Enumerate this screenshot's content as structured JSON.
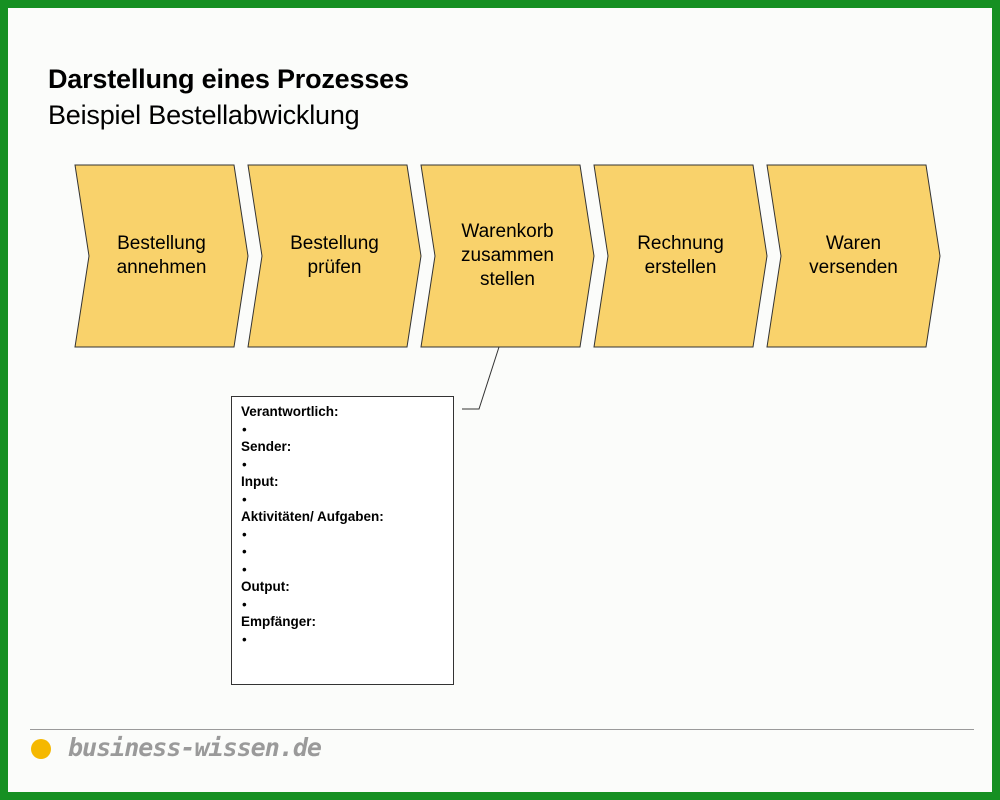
{
  "header": {
    "title": "Darstellung eines Prozesses",
    "subtitle": "Beispiel Bestellabwicklung"
  },
  "process": {
    "steps": [
      {
        "label": "Bestellung\nannehmen"
      },
      {
        "label": "Bestellung\nprüfen"
      },
      {
        "label": "Warenkorb\nzusammen\nstellen"
      },
      {
        "label": "Rechnung\nerstellen"
      },
      {
        "label": "Waren\nversenden"
      }
    ],
    "callout_step_index": 2
  },
  "details": {
    "sections": [
      {
        "heading": "Verantwortlich:",
        "bullets": [
          "•"
        ]
      },
      {
        "heading": "Sender:",
        "bullets": [
          "•"
        ]
      },
      {
        "heading": "Input:",
        "bullets": [
          "•"
        ]
      },
      {
        "heading": "Aktivitäten/ Aufgaben:",
        "bullets": [
          "•",
          "•",
          "•"
        ]
      },
      {
        "heading": "Output:",
        "bullets": [
          "•"
        ]
      },
      {
        "heading": "Empfänger:",
        "bullets": [
          "•"
        ]
      }
    ]
  },
  "footer": {
    "logo_text": "business-wissen.de"
  },
  "colors": {
    "frame": "#169022",
    "chevron_fill": "#f9d26b",
    "chevron_stroke": "#333333",
    "logo_dot": "#f5b800"
  }
}
